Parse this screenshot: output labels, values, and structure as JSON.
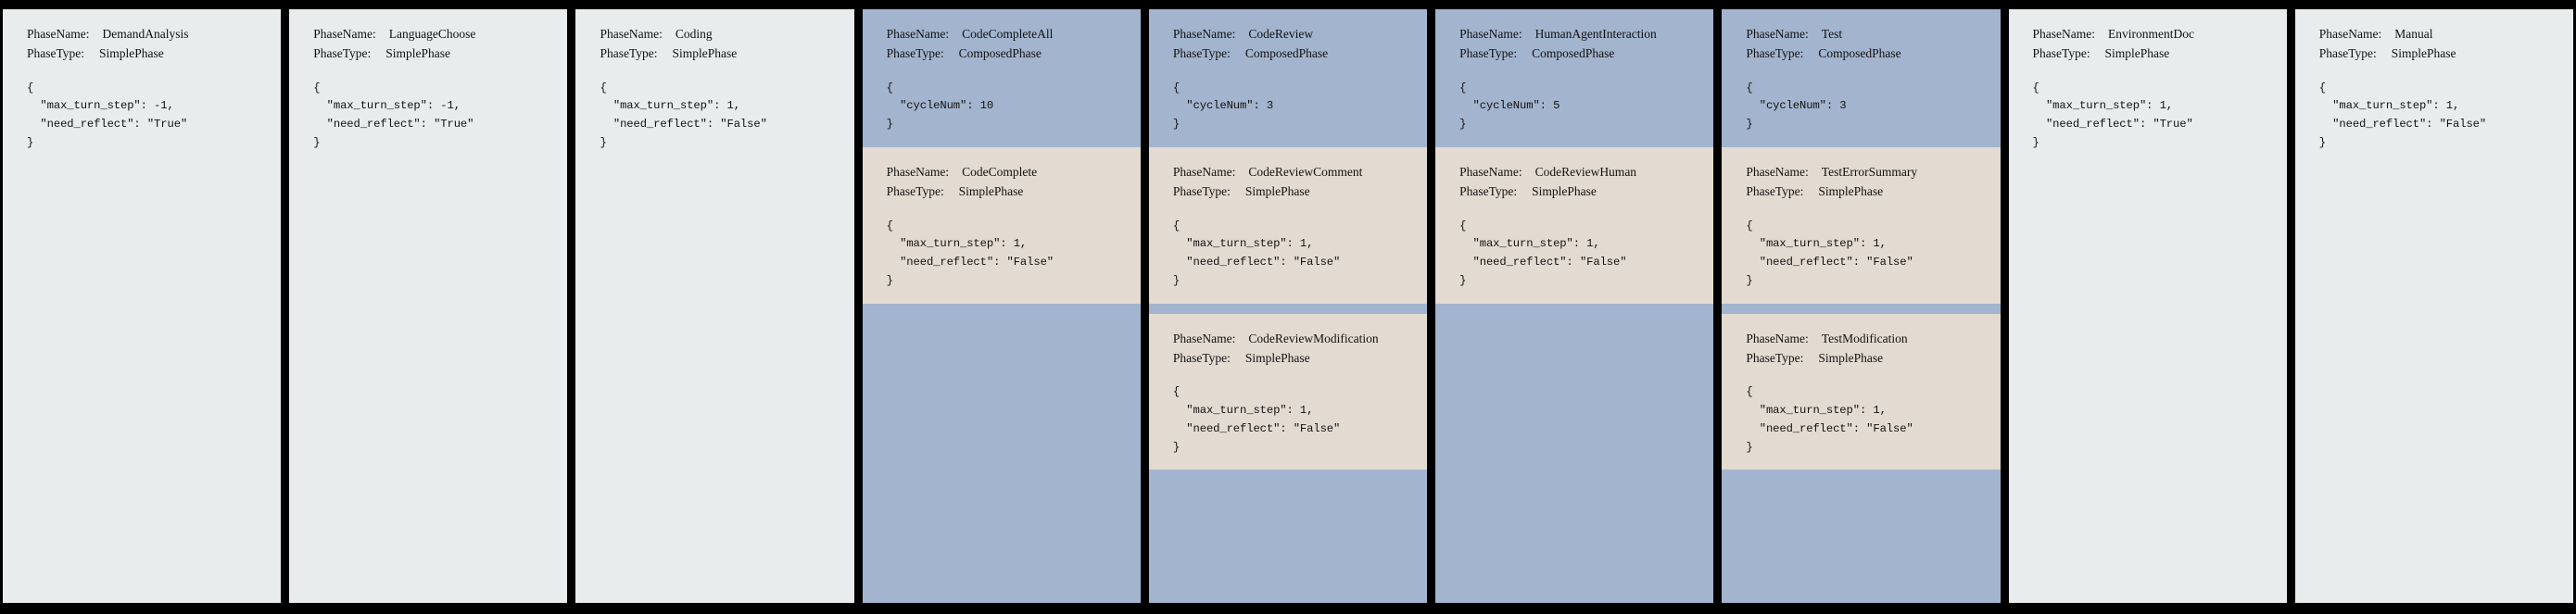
{
  "palette": {
    "background": "#000000",
    "simple_card": "#e8ecec",
    "composed_header": "#a3b4ce",
    "subphase": "#e3dad1",
    "text": "#111111"
  },
  "labels": {
    "phase_name": "PhaseName:",
    "phase_type": "PhaseType:",
    "brace_open": "{",
    "brace_close": "}"
  },
  "columns": [
    {
      "kind": "simple",
      "phase_name": "DemandAnalysis",
      "phase_type": "SimplePhase",
      "json_lines": [
        "{",
        "  \"max_turn_step\": -1,",
        "  \"need_reflect\": \"True\"",
        "}"
      ]
    },
    {
      "kind": "simple",
      "phase_name": "LanguageChoose",
      "phase_type": "SimplePhase",
      "json_lines": [
        "{",
        "  \"max_turn_step\": -1,",
        "  \"need_reflect\": \"True\"",
        "}"
      ]
    },
    {
      "kind": "simple",
      "phase_name": "Coding",
      "phase_type": "SimplePhase",
      "json_lines": [
        "{",
        "  \"max_turn_step\": 1,",
        "  \"need_reflect\": \"False\"",
        "}"
      ]
    },
    {
      "kind": "composed",
      "phase_name": "CodeCompleteAll",
      "phase_type": "ComposedPhase",
      "json_lines": [
        "{",
        "  \"cycleNum\": 10",
        "}"
      ],
      "subphases": [
        {
          "phase_name": "CodeComplete",
          "phase_type": "SimplePhase",
          "json_lines": [
            "{",
            "  \"max_turn_step\": 1,",
            "  \"need_reflect\": \"False\"",
            "}"
          ]
        }
      ]
    },
    {
      "kind": "composed",
      "phase_name": "CodeReview",
      "phase_type": "ComposedPhase",
      "json_lines": [
        "{",
        "  \"cycleNum\": 3",
        "}"
      ],
      "subphases": [
        {
          "phase_name": "CodeReviewComment",
          "phase_type": "SimplePhase",
          "json_lines": [
            "{",
            "  \"max_turn_step\": 1,",
            "  \"need_reflect\": \"False\"",
            "}"
          ]
        },
        {
          "phase_name": "CodeReviewModification",
          "phase_type": "SimplePhase",
          "json_lines": [
            "{",
            "  \"max_turn_step\": 1,",
            "  \"need_reflect\": \"False\"",
            "}"
          ]
        }
      ]
    },
    {
      "kind": "composed",
      "phase_name": "HumanAgentInteraction",
      "phase_type": "ComposedPhase",
      "json_lines": [
        "{",
        "  \"cycleNum\": 5",
        "}"
      ],
      "subphases": [
        {
          "phase_name": "CodeReviewHuman",
          "phase_type": "SimplePhase",
          "json_lines": [
            "{",
            "  \"max_turn_step\": 1,",
            "  \"need_reflect\": \"False\"",
            "}"
          ]
        }
      ]
    },
    {
      "kind": "composed",
      "phase_name": "Test",
      "phase_type": "ComposedPhase",
      "json_lines": [
        "{",
        "  \"cycleNum\": 3",
        "}"
      ],
      "subphases": [
        {
          "phase_name": "TestErrorSummary",
          "phase_type": "SimplePhase",
          "json_lines": [
            "{",
            "  \"max_turn_step\": 1,",
            "  \"need_reflect\": \"False\"",
            "}"
          ]
        },
        {
          "phase_name": "TestModification",
          "phase_type": "SimplePhase",
          "json_lines": [
            "{",
            "  \"max_turn_step\": 1,",
            "  \"need_reflect\": \"False\"",
            "}"
          ]
        }
      ]
    },
    {
      "kind": "simple",
      "phase_name": "EnvironmentDoc",
      "phase_type": "SimplePhase",
      "json_lines": [
        "{",
        "  \"max_turn_step\": 1,",
        "  \"need_reflect\": \"True\"",
        "}"
      ]
    },
    {
      "kind": "simple",
      "phase_name": "Manual",
      "phase_type": "SimplePhase",
      "json_lines": [
        "{",
        "  \"max_turn_step\": 1,",
        "  \"need_reflect\": \"False\"",
        "}"
      ]
    }
  ]
}
